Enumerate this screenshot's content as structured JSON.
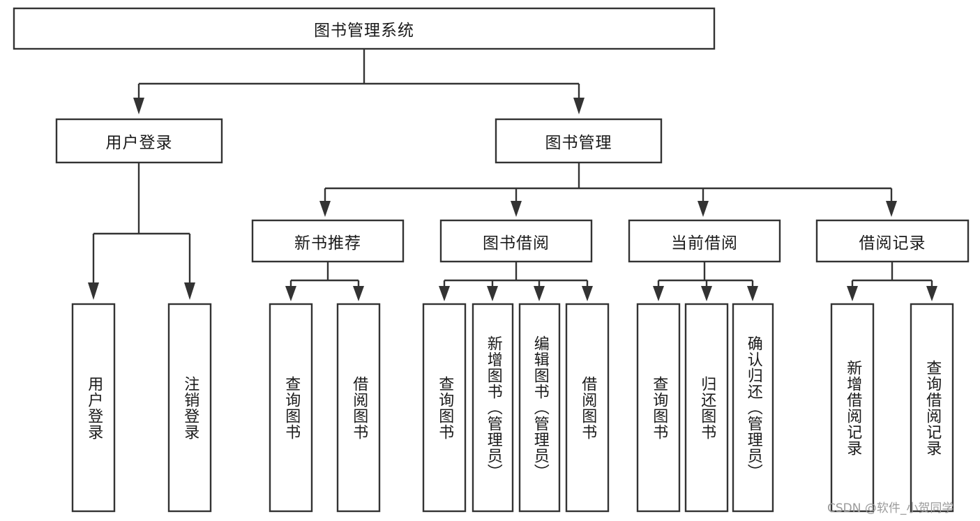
{
  "diagram": {
    "type": "tree-hierarchy",
    "title_node": "图书管理系统",
    "watermark": "CSDN @软件_小贺同学",
    "colors": {
      "stroke": "#333333",
      "fill": "#ffffff",
      "text": "#1a1a1a",
      "watermark": "#9b9b9b"
    },
    "levels": {
      "root": {
        "label": "图书管理系统"
      },
      "level2": [
        {
          "label": "用户登录"
        },
        {
          "label": "图书管理"
        }
      ],
      "level3": [
        {
          "label": "新书推荐"
        },
        {
          "label": "图书借阅"
        },
        {
          "label": "当前借阅"
        },
        {
          "label": "借阅记录"
        }
      ],
      "leaves": {
        "user_login": [
          {
            "label": "用户登录"
          },
          {
            "label": "注销登录"
          }
        ],
        "new_book_recommend": [
          {
            "label": "查询图书"
          },
          {
            "label": "借阅图书"
          }
        ],
        "book_borrow": [
          {
            "label": "查询图书"
          },
          {
            "label": "新增图书（管理员）"
          },
          {
            "label": "编辑图书（管理员）"
          },
          {
            "label": "借阅图书"
          }
        ],
        "current_borrow": [
          {
            "label": "查询图书"
          },
          {
            "label": "归还图书"
          },
          {
            "label": "确认归还（管理员）"
          }
        ],
        "borrow_record": [
          {
            "label": "新增借阅记录"
          },
          {
            "label": "查询借阅记录"
          }
        ]
      }
    }
  }
}
